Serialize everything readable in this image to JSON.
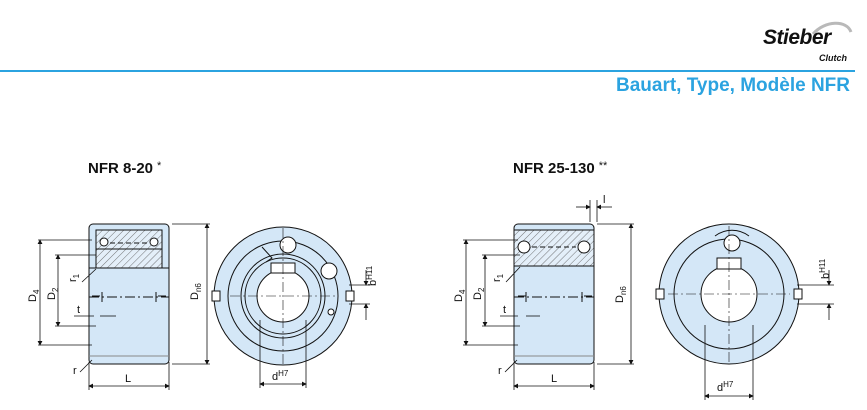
{
  "logo": {
    "brand": "Stieber",
    "sub": "Clutch"
  },
  "heading": "Bauart, Type, Modèle NFR",
  "drawings": [
    {
      "title": "NFR 8-20",
      "mark": "*",
      "dims": {
        "D4": "D",
        "D4_sub": "4",
        "D2": "D",
        "D2_sub": "2",
        "r1": "r",
        "r1_sub": "1",
        "t": "t",
        "r": "r",
        "L": "L",
        "Dn6": "D",
        "Dn6_sub": "n6",
        "b": "b",
        "b_sup": "H11",
        "d": "d",
        "d_sup": "H7"
      }
    },
    {
      "title": "NFR 25-130",
      "mark": "**",
      "dims": {
        "l": "l",
        "D4": "D",
        "D4_sub": "4",
        "D2": "D",
        "D2_sub": "2",
        "r1": "r",
        "r1_sub": "1",
        "t": "t",
        "r": "r",
        "L": "L",
        "Dn6": "D",
        "Dn6_sub": "n6",
        "b": "b",
        "b_sup": "H11",
        "d": "d",
        "d_sup": "H7"
      }
    }
  ],
  "colors": {
    "accent": "#2ba3e0",
    "part_fill": "#d4e7f7",
    "line": "#111111"
  }
}
